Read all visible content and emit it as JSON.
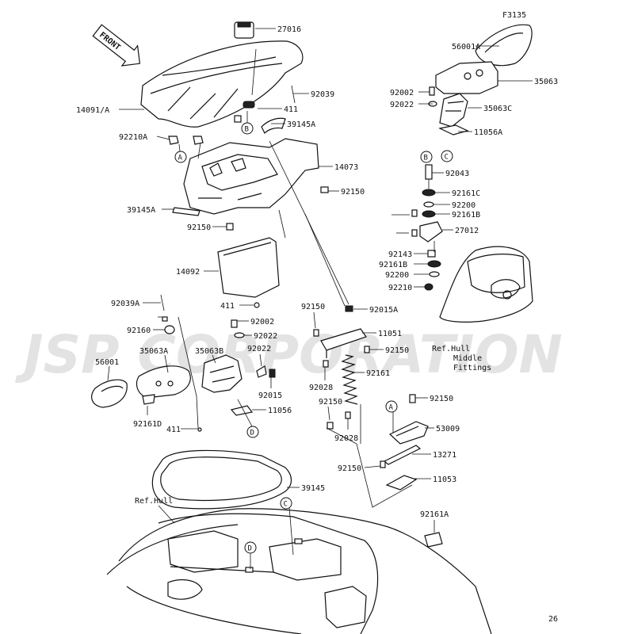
{
  "figure_code": "F3135",
  "page_number": "26",
  "front_label": "FRONT",
  "watermark": "JSP CORPORATION",
  "parts": [
    "27016",
    "56001A",
    "35063",
    "92039",
    "411",
    "14091/A",
    "39145A",
    "92002",
    "92022",
    "35063C",
    "11056A",
    "92210A",
    "14073",
    "92150",
    "92043",
    "92161C",
    "92200",
    "39145A",
    "92161B",
    "27012",
    "92150",
    "92143",
    "92161B",
    "14092",
    "92200",
    "92210",
    "92039A",
    "411",
    "92150",
    "92015A",
    "92002",
    "11051",
    "92160",
    "92022",
    "92150",
    "35063A",
    "35063B",
    "92022",
    "92161",
    "56001",
    "92015",
    "92028",
    "92150",
    "92161D",
    "11056",
    "92150",
    "411",
    "53009",
    "92028",
    "13271",
    "92150",
    "11053",
    "39145",
    "Ref.Hull",
    "92161A"
  ],
  "callouts": [
    "A",
    "A",
    "B",
    "B",
    "C",
    "C",
    "D",
    "D"
  ],
  "notes": {
    "ref_hull_middle": [
      "Ref.Hull",
      "Middle",
      "Fittings"
    ]
  }
}
